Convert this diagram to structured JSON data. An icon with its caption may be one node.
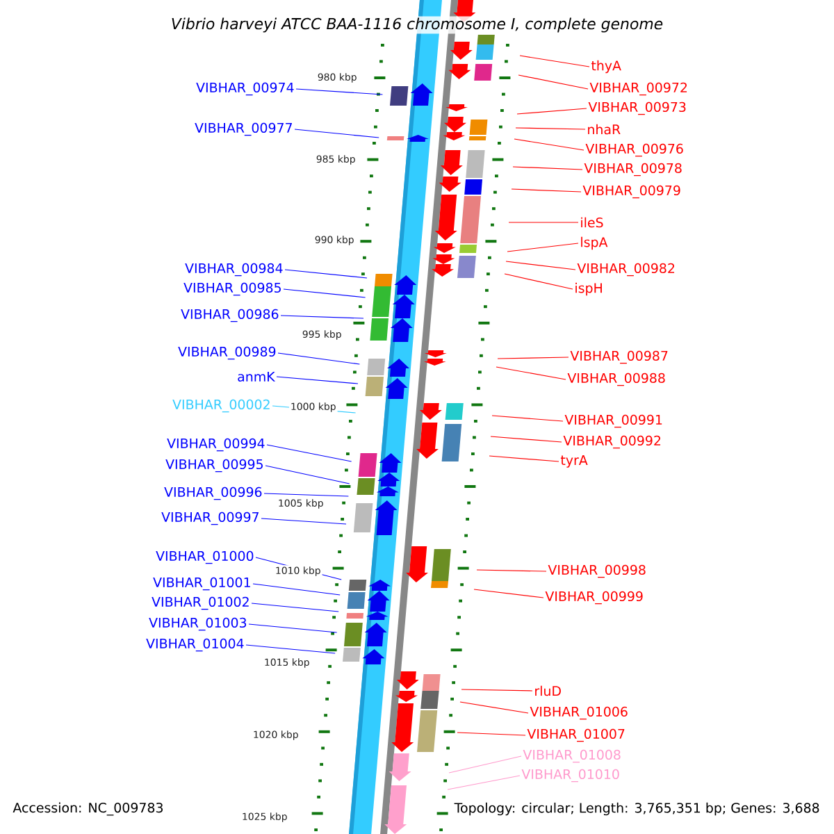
{
  "diagram": {
    "title": "Vibrio harveyi ATCC BAA-1116 chromosome I, complete genome",
    "nodes": [
      {
        "text": [
          "VIBHAR_00974"
        ]
      },
      {
        "text": [
          "VIBHAR_00977"
        ]
      },
      {
        "text": [
          "VIBHAR_00984"
        ]
      },
      {
        "text": [
          "VIBHAR_00985"
        ]
      },
      {
        "text": [
          "VIBHAR_00986"
        ]
      },
      {
        "text": [
          "VIBHAR_00989"
        ]
      },
      {
        "text": [
          "anmK"
        ]
      },
      {
        "text": [
          "VIBHAR_00002"
        ]
      },
      {
        "text": [
          "VIBHAR_00994"
        ]
      },
      {
        "text": [
          "VIBHAR_00995"
        ]
      },
      {
        "text": [
          "VIBHAR_00996"
        ]
      },
      {
        "text": [
          "VIBHAR_00997"
        ]
      },
      {
        "text": [
          "VIBHAR_01000"
        ]
      },
      {
        "text": [
          "VIBHAR_01001"
        ]
      },
      {
        "text": [
          "VIBHAR_01002"
        ]
      },
      {
        "text": [
          "VIBHAR_01003"
        ]
      },
      {
        "text": [
          "VIBHAR_01004"
        ]
      },
      {
        "text": [
          "thyA"
        ]
      },
      {
        "text": [
          "VIBHAR_00972"
        ]
      },
      {
        "text": [
          "VIBHAR_00973"
        ]
      },
      {
        "text": [
          "nhaR"
        ]
      },
      {
        "text": [
          "VIBHAR_00976"
        ]
      },
      {
        "text": [
          "VIBHAR_00978"
        ]
      },
      {
        "text": [
          "VIBHAR_00979"
        ]
      },
      {
        "text": [
          "ileS"
        ]
      },
      {
        "text": [
          "lspA"
        ]
      },
      {
        "text": [
          "VIBHAR_00982"
        ]
      },
      {
        "text": [
          "ispH"
        ]
      },
      {
        "text": [
          "VIBHAR_00987"
        ]
      },
      {
        "text": [
          "VIBHAR_00988"
        ]
      },
      {
        "text": [
          "VIBHAR_00991"
        ]
      },
      {
        "text": [
          "VIBHAR_00992"
        ]
      },
      {
        "text": [
          "tyrA"
        ]
      },
      {
        "text": [
          "VIBHAR_00998"
        ]
      },
      {
        "text": [
          "VIBHAR_00999"
        ]
      },
      {
        "text": [
          "rluD"
        ]
      },
      {
        "text": [
          "VIBHAR_01006"
        ]
      },
      {
        "text": [
          "VIBHAR_01007"
        ]
      },
      {
        "text": [
          "VIBHAR_01008"
        ]
      },
      {
        "text": [
          "VIBHAR_01010"
        ]
      }
    ],
    "edges": [
      {
        "from": 0,
        "to": null,
        "arrow": "none",
        "color": "#0000ff"
      },
      {
        "from": 1,
        "to": null,
        "arrow": "none",
        "color": "#0000ff"
      },
      {
        "from": 2,
        "to": null,
        "arrow": "none",
        "color": "#0000ff"
      },
      {
        "from": 3,
        "to": null,
        "arrow": "none",
        "color": "#0000ff"
      },
      {
        "from": 4,
        "to": null,
        "arrow": "none",
        "color": "#0000ff"
      },
      {
        "from": 5,
        "to": null,
        "arrow": "none",
        "color": "#0000ff"
      },
      {
        "from": 6,
        "to": null,
        "arrow": "none",
        "color": "#0000ff"
      },
      {
        "from": 7,
        "to": null,
        "arrow": "none",
        "color": "#33ccff"
      },
      {
        "from": 8,
        "to": null,
        "arrow": "none",
        "color": "#0000ff"
      },
      {
        "from": 9,
        "to": null,
        "arrow": "none",
        "color": "#0000ff"
      },
      {
        "from": 10,
        "to": null,
        "arrow": "none",
        "color": "#0000ff"
      },
      {
        "from": 11,
        "to": null,
        "arrow": "none",
        "color": "#0000ff"
      },
      {
        "from": 12,
        "to": null,
        "arrow": "none",
        "color": "#0000ff"
      },
      {
        "from": 13,
        "to": null,
        "arrow": "none",
        "color": "#0000ff"
      },
      {
        "from": 14,
        "to": null,
        "arrow": "none",
        "color": "#0000ff"
      },
      {
        "from": 15,
        "to": null,
        "arrow": "none",
        "color": "#0000ff"
      },
      {
        "from": 16,
        "to": null,
        "arrow": "none",
        "color": "#0000ff"
      },
      {
        "from": 17,
        "to": null,
        "arrow": "none"
      },
      {
        "from": 18,
        "to": null,
        "arrow": "none"
      },
      {
        "from": 19,
        "to": null,
        "arrow": "none"
      },
      {
        "from": 20,
        "to": null,
        "arrow": "none"
      },
      {
        "from": 21,
        "to": null,
        "arrow": "none"
      },
      {
        "from": 22,
        "to": null,
        "arrow": "none"
      },
      {
        "from": 23,
        "to": null,
        "arrow": "none"
      },
      {
        "from": 24,
        "to": null,
        "arrow": "none"
      },
      {
        "from": 25,
        "to": null,
        "arrow": "none"
      },
      {
        "from": 26,
        "to": null,
        "arrow": "none"
      },
      {
        "from": 27,
        "to": null,
        "arrow": "none"
      },
      {
        "from": 28,
        "to": null,
        "arrow": "none"
      },
      {
        "from": 29,
        "to": null,
        "arrow": "none"
      },
      {
        "from": 30,
        "to": null,
        "arrow": "none"
      },
      {
        "from": 31,
        "to": null,
        "arrow": "none"
      },
      {
        "from": 32,
        "to": null,
        "arrow": "none"
      },
      {
        "from": 33,
        "to": null,
        "arrow": "none"
      },
      {
        "from": 34,
        "to": null,
        "arrow": "none"
      },
      {
        "from": 35,
        "to": null,
        "arrow": "none"
      },
      {
        "from": 36,
        "to": null,
        "arrow": "none"
      },
      {
        "from": 37,
        "to": null,
        "arrow": "none"
      },
      {
        "from": 38,
        "to": null,
        "arrow": "none",
        "color": "#ff99cc"
      },
      {
        "from": 39,
        "to": null,
        "arrow": "none",
        "color": "#ff99cc"
      }
    ],
    "labels": [
      "980 kbp",
      "985 kbp",
      "990 kbp",
      "995 kbp",
      "1000 kbp",
      "1005 kbp",
      "1010 kbp",
      "1015 kbp",
      "1020 kbp",
      "1025 kbp",
      "Accession: NC_009783",
      "Topology: circular; Length: 3,765,351 bp; Genes: 3,688"
    ]
  }
}
